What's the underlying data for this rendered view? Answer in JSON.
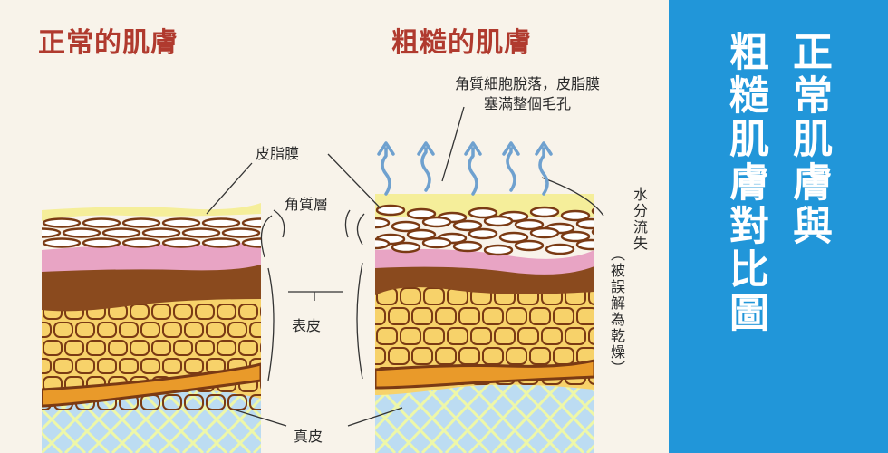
{
  "headings": {
    "normal": "正常的肌膚",
    "rough": "粗糙的肌膚"
  },
  "labels": {
    "sebum": "皮脂膜",
    "stratum_corneum": "角質層",
    "epidermis": "表皮",
    "dermis": "真皮"
  },
  "annotations": {
    "shedding_line1": "角質細胞脫落，皮脂膜",
    "shedding_line2": "塞滿整個毛孔",
    "water_loss": "水分流失",
    "misread": "（被誤解為乾燥）"
  },
  "sidebar": {
    "title_line1": "正常肌膚與",
    "title_line2": "粗糙肌膚對比圖"
  },
  "colors": {
    "heading": "#b03a2e",
    "sidebar": "#2196d9",
    "sebum": "#f5ee9a",
    "corneum_cell": "#ffffff",
    "cell_outline": "#7a3a14",
    "pink_layer": "#e8a4c4",
    "epidermis_cell": "#f7d26a",
    "basal_cell": "#e99a2a",
    "dermis": "#bcdcf2",
    "arrow": "#6fa1cf"
  }
}
